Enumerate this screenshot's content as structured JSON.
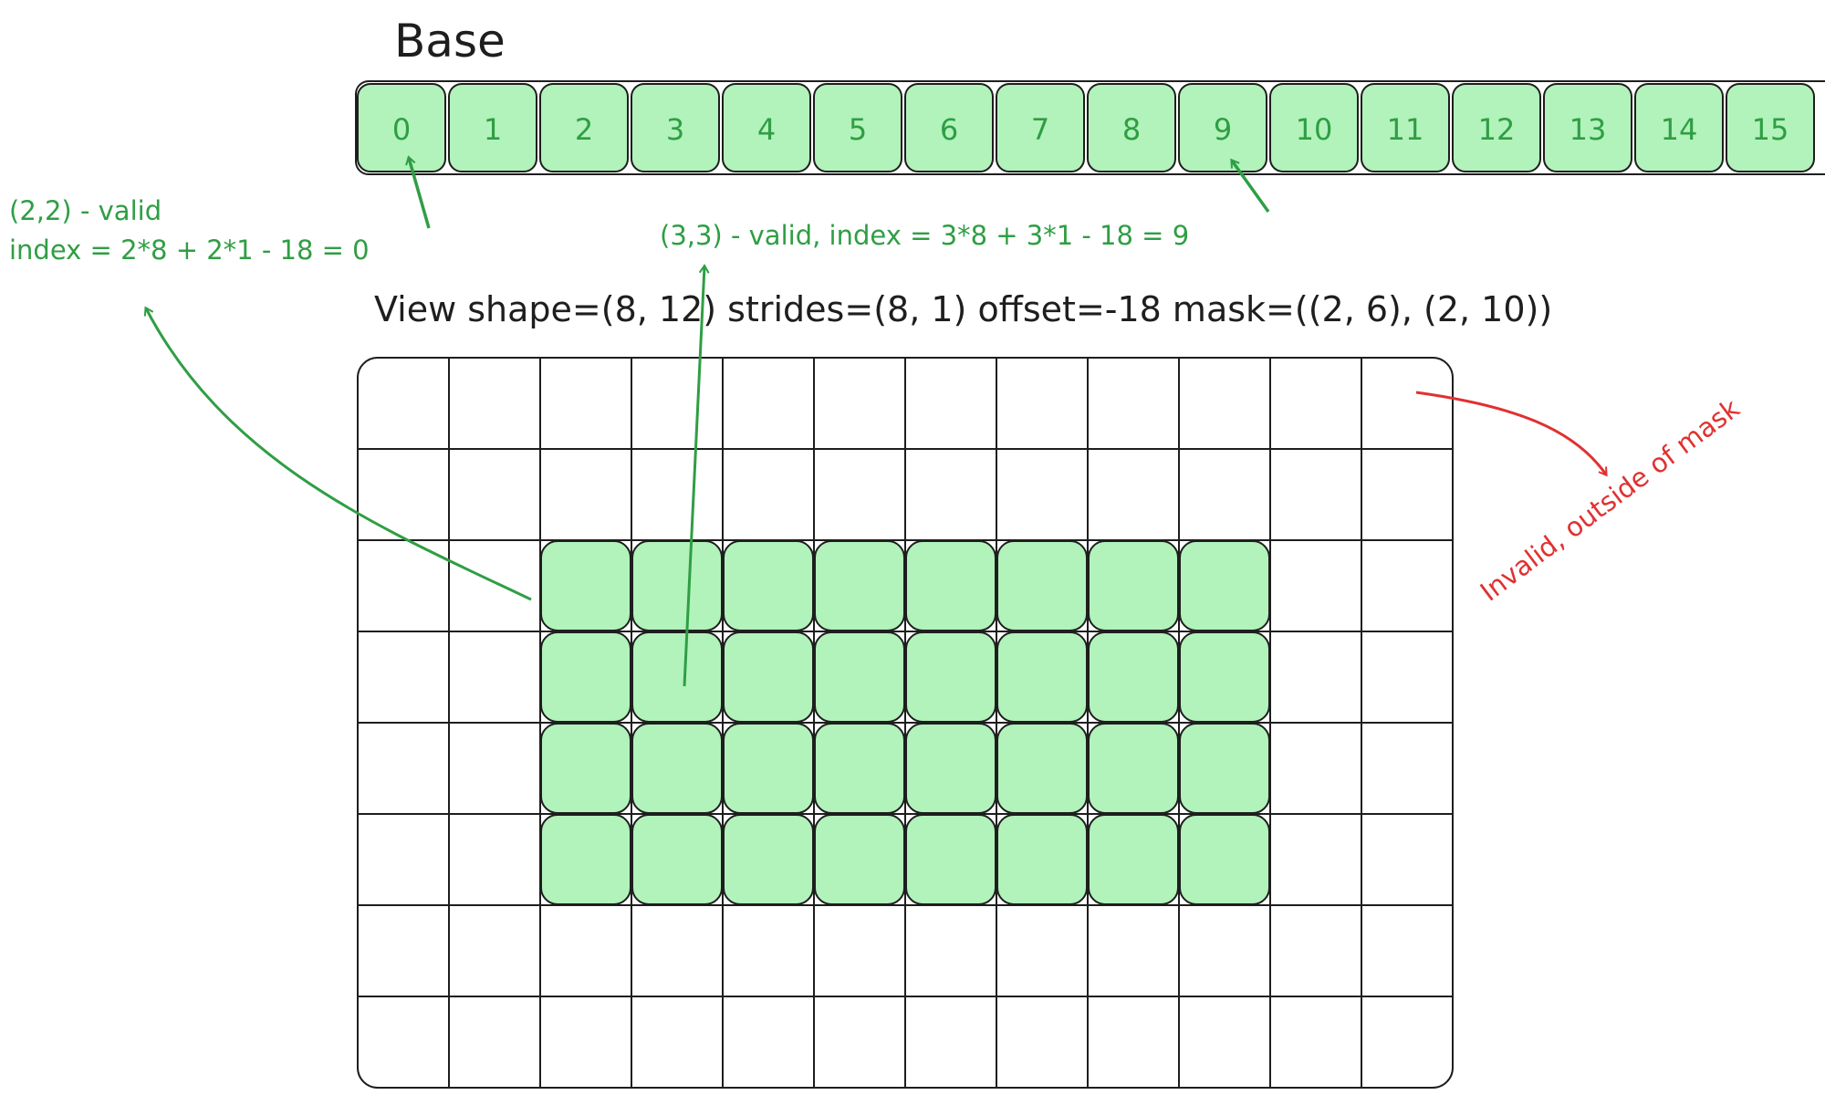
{
  "base": {
    "title": "Base",
    "cells": [
      "0",
      "1",
      "2",
      "3",
      "4",
      "5",
      "6",
      "7",
      "8",
      "9",
      "10",
      "11",
      "12",
      "13",
      "14",
      "15"
    ]
  },
  "view": {
    "title": "View shape=(8, 12) strides=(8, 1) offset=-18 mask=((2, 6), (2, 10))",
    "rows": 8,
    "cols": 12,
    "mask_rows": [
      2,
      6
    ],
    "mask_cols": [
      2,
      10
    ]
  },
  "annotations": {
    "valid_22_line1": "(2,2) - valid",
    "valid_22_line2": "index = 2*8 + 2*1 - 18 = 0",
    "valid_33": "(3,3) - valid, index = 3*8 + 3*1 - 18 = 9",
    "invalid": "Invalid, outside of mask"
  },
  "colors": {
    "cell_fill": "#b2f2bb",
    "stroke": "#1e1e1e",
    "green": "#2f9e44",
    "red": "#e03131"
  }
}
